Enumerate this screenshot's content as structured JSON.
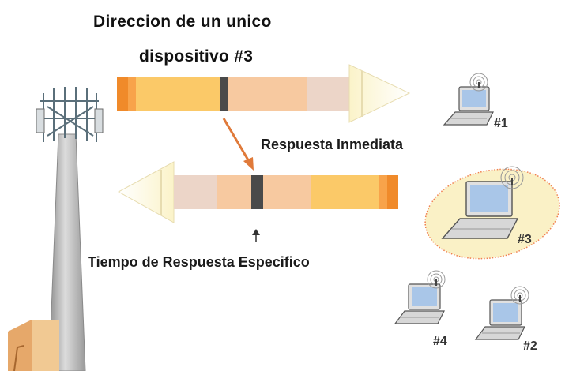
{
  "title": {
    "line1": "Direccion de un unico",
    "line2": "dispositivo #3"
  },
  "labels": {
    "immediate_response": "Respuesta Inmediata",
    "specific_response_time": "Tiempo de Respuesta Especifico"
  },
  "devices": [
    {
      "id": "1",
      "label": "#1",
      "highlighted": false
    },
    {
      "id": "3",
      "label": "#3",
      "highlighted": true
    },
    {
      "id": "4",
      "label": "#4",
      "highlighted": false
    },
    {
      "id": "2",
      "label": "#2",
      "highlighted": false
    }
  ],
  "colors": {
    "arrow_orange": "#f08a2a",
    "arrow_yellow": "#fbc968",
    "arrow_peach": "#f7c9a0",
    "arrow_pink": "#ecd5c8",
    "arrow_head": "#fdf7dc",
    "time_slot_marker": "#4a4a4a",
    "pointer_arrow": "#e07a3a",
    "highlight_fill": "#faf1c6",
    "highlight_border": "#f07f4e",
    "laptop_screen": "#a9c6e8",
    "tower_gray": "#b9b9b9"
  }
}
